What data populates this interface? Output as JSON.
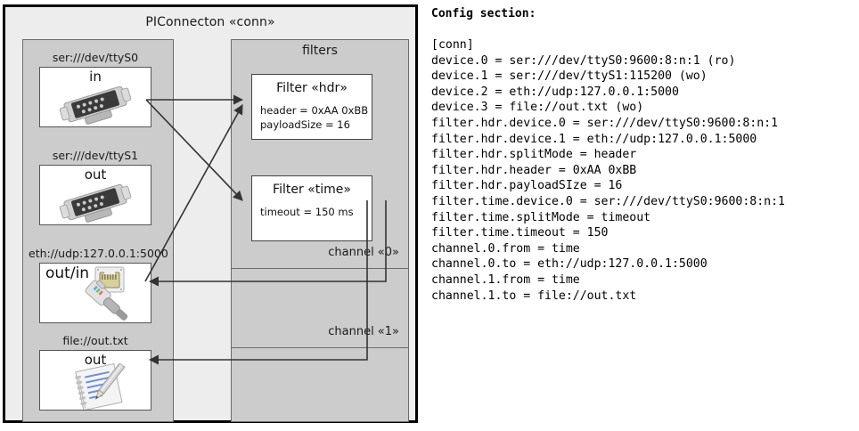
{
  "diagram": {
    "title": "PIConnecton «conn»",
    "devices_panel": {
      "title": "",
      "items": [
        {
          "caption": "ser:///dev/ttyS0",
          "direction": "in",
          "icon": "serial-port-icon"
        },
        {
          "caption": "ser:///dev/ttyS1",
          "direction": "out",
          "icon": "serial-port-icon"
        },
        {
          "caption": "eth://udp:127.0.0.1:5000",
          "direction": "out/in",
          "icon": "ethernet-jack-icon"
        },
        {
          "caption": "file://out.txt",
          "direction": "out",
          "icon": "notepad-pencil-icon"
        }
      ]
    },
    "filters_panel": {
      "title": "filters",
      "filters": [
        {
          "title": "Filter «hdr»",
          "props": [
            "header = 0xAA 0xBB",
            "payloadSize = 16"
          ]
        },
        {
          "title": "Filter «time»",
          "props": [
            "timeout = 150 ms"
          ]
        }
      ],
      "channels": [
        {
          "label": "channel «0»"
        },
        {
          "label": "channel «1»"
        }
      ]
    }
  },
  "config": {
    "heading": "Config section:",
    "lines": [
      "[conn]",
      "device.0 = ser:///dev/ttyS0:9600:8:n:1 (ro)",
      "device.1 = ser:///dev/ttyS1:115200 (wo)",
      "device.2 = eth://udp:127.0.0.1:5000",
      "device.3 = file://out.txt (wo)",
      "filter.hdr.device.0 = ser:///dev/ttyS0:9600:8:n:1",
      "filter.hdr.device.1 = eth://udp:127.0.0.1:5000",
      "filter.hdr.splitMode = header",
      "filter.hdr.header = 0xAA 0xBB",
      "filter.hdr.payloadSIze = 16",
      "filter.time.device.0 = ser:///dev/ttyS0:9600:8:n:1",
      "filter.time.splitMode = timeout",
      "filter.time.timeout = 150",
      "channel.0.from = time",
      "channel.0.to = eth://udp:127.0.0.1:5000",
      "channel.1.from = time",
      "channel.1.to = file://out.txt"
    ]
  },
  "colors": {
    "frame": "#000000",
    "page_bg": "#ededed",
    "panel_bg": "#cccccc",
    "panel_border": "#6b6b6b",
    "box_bg": "#ffffff",
    "arrow": "#333333"
  }
}
